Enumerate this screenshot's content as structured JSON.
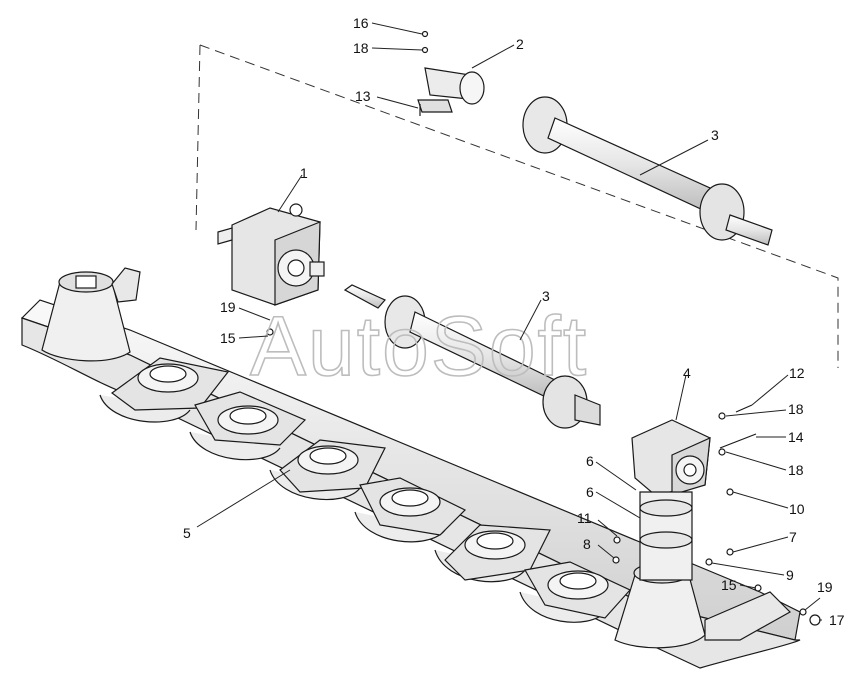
{
  "watermark": "AutoSoft",
  "callouts": [
    {
      "id": "c16",
      "text": "16"
    },
    {
      "id": "c18a",
      "text": "18"
    },
    {
      "id": "c2",
      "text": "2"
    },
    {
      "id": "c13",
      "text": "13"
    },
    {
      "id": "c3a",
      "text": "3"
    },
    {
      "id": "c1",
      "text": "1"
    },
    {
      "id": "c3b",
      "text": "3"
    },
    {
      "id": "c19a",
      "text": "19"
    },
    {
      "id": "c15a",
      "text": "15"
    },
    {
      "id": "c4",
      "text": "4"
    },
    {
      "id": "c12",
      "text": "12"
    },
    {
      "id": "c18b",
      "text": "18"
    },
    {
      "id": "c14",
      "text": "14"
    },
    {
      "id": "c18c",
      "text": "18"
    },
    {
      "id": "c6a",
      "text": "6"
    },
    {
      "id": "c6b",
      "text": "6"
    },
    {
      "id": "c10",
      "text": "10"
    },
    {
      "id": "c11",
      "text": "11"
    },
    {
      "id": "c7",
      "text": "7"
    },
    {
      "id": "c8",
      "text": "8"
    },
    {
      "id": "c9",
      "text": "9"
    },
    {
      "id": "c5",
      "text": "5"
    },
    {
      "id": "c15b",
      "text": "15"
    },
    {
      "id": "c19b",
      "text": "19"
    },
    {
      "id": "c17",
      "text": "17"
    }
  ],
  "colors": {
    "line": "#1a1a1a",
    "part_fill": "#f2f2f2",
    "shade": "#d6d6d6",
    "watermark": "#bdbdbd"
  }
}
